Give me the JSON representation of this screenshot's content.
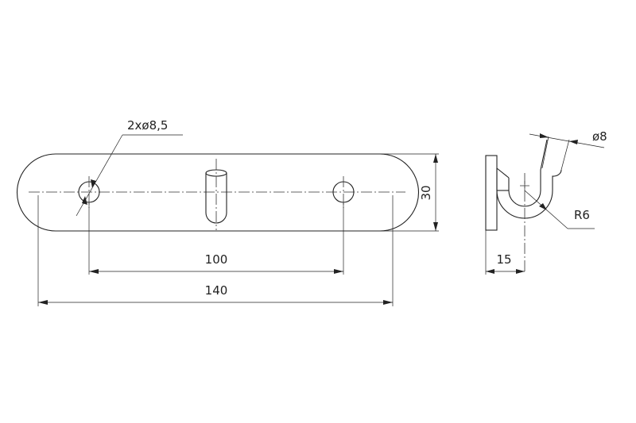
{
  "drawing": {
    "front_view": {
      "hole_callout": "2xø8,5",
      "dim_center_distance": "100",
      "dim_overall_length": "140",
      "dim_height": "30"
    },
    "side_view": {
      "dim_rod_diameter": "ø8",
      "dim_bend_radius": "R6",
      "dim_depth": "15"
    }
  }
}
